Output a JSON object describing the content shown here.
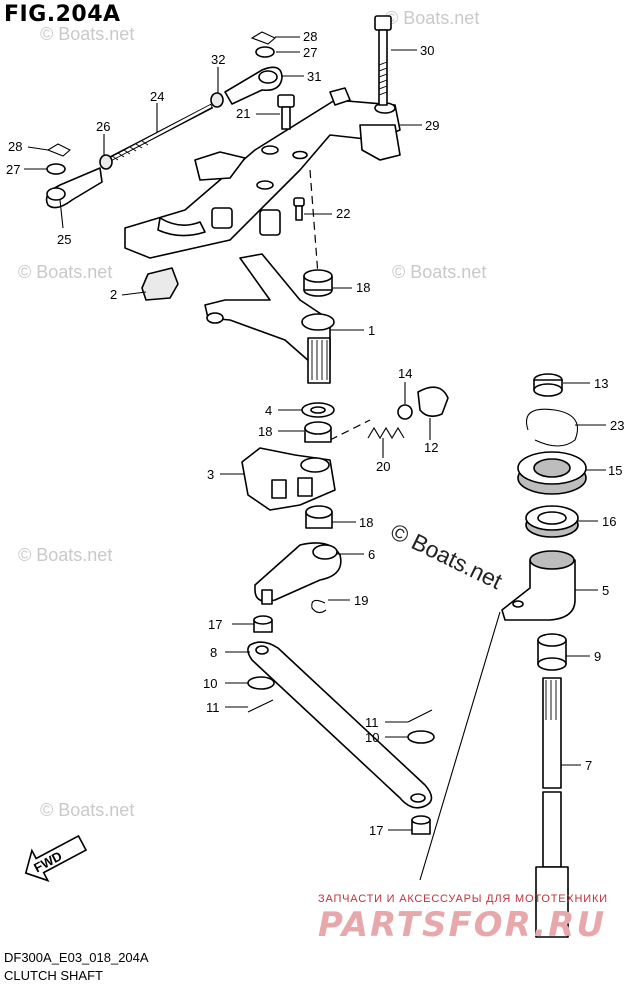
{
  "figure": {
    "title": "FIG.204A",
    "code": "DF300A_E03_018_204A",
    "subtitle": "CLUTCH SHAFT",
    "fwd_label": "FWD"
  },
  "watermarks": {
    "small": "© Boats.net",
    "big": "© Boats.net",
    "shop_tagline": "ЗАПЧАСТИ И АКСЕССУАРЫ ДЛЯ МОТОТЕХНИКИ",
    "shop_logo": "PARTSFOR.RU"
  },
  "callouts": {
    "c28a": "28",
    "c27a": "27",
    "c32": "32",
    "c31": "31",
    "c30": "30",
    "c24": "24",
    "c21": "21",
    "c29": "29",
    "c26": "26",
    "c28b": "28",
    "c27b": "27",
    "c25": "25",
    "c22": "22",
    "c2": "2",
    "c18a": "18",
    "c1": "1",
    "c14": "14",
    "c13": "13",
    "c23": "23",
    "c4": "4",
    "c18b": "18",
    "c12": "12",
    "c15": "15",
    "c3": "3",
    "c20": "20",
    "c18c": "18",
    "c16": "16",
    "c6": "6",
    "c5": "5",
    "c19": "19",
    "c17a": "17",
    "c8": "8",
    "c9": "9",
    "c10a": "10",
    "c11a": "11",
    "c11b": "11",
    "c10b": "10",
    "c7": "7",
    "c17b": "17"
  }
}
